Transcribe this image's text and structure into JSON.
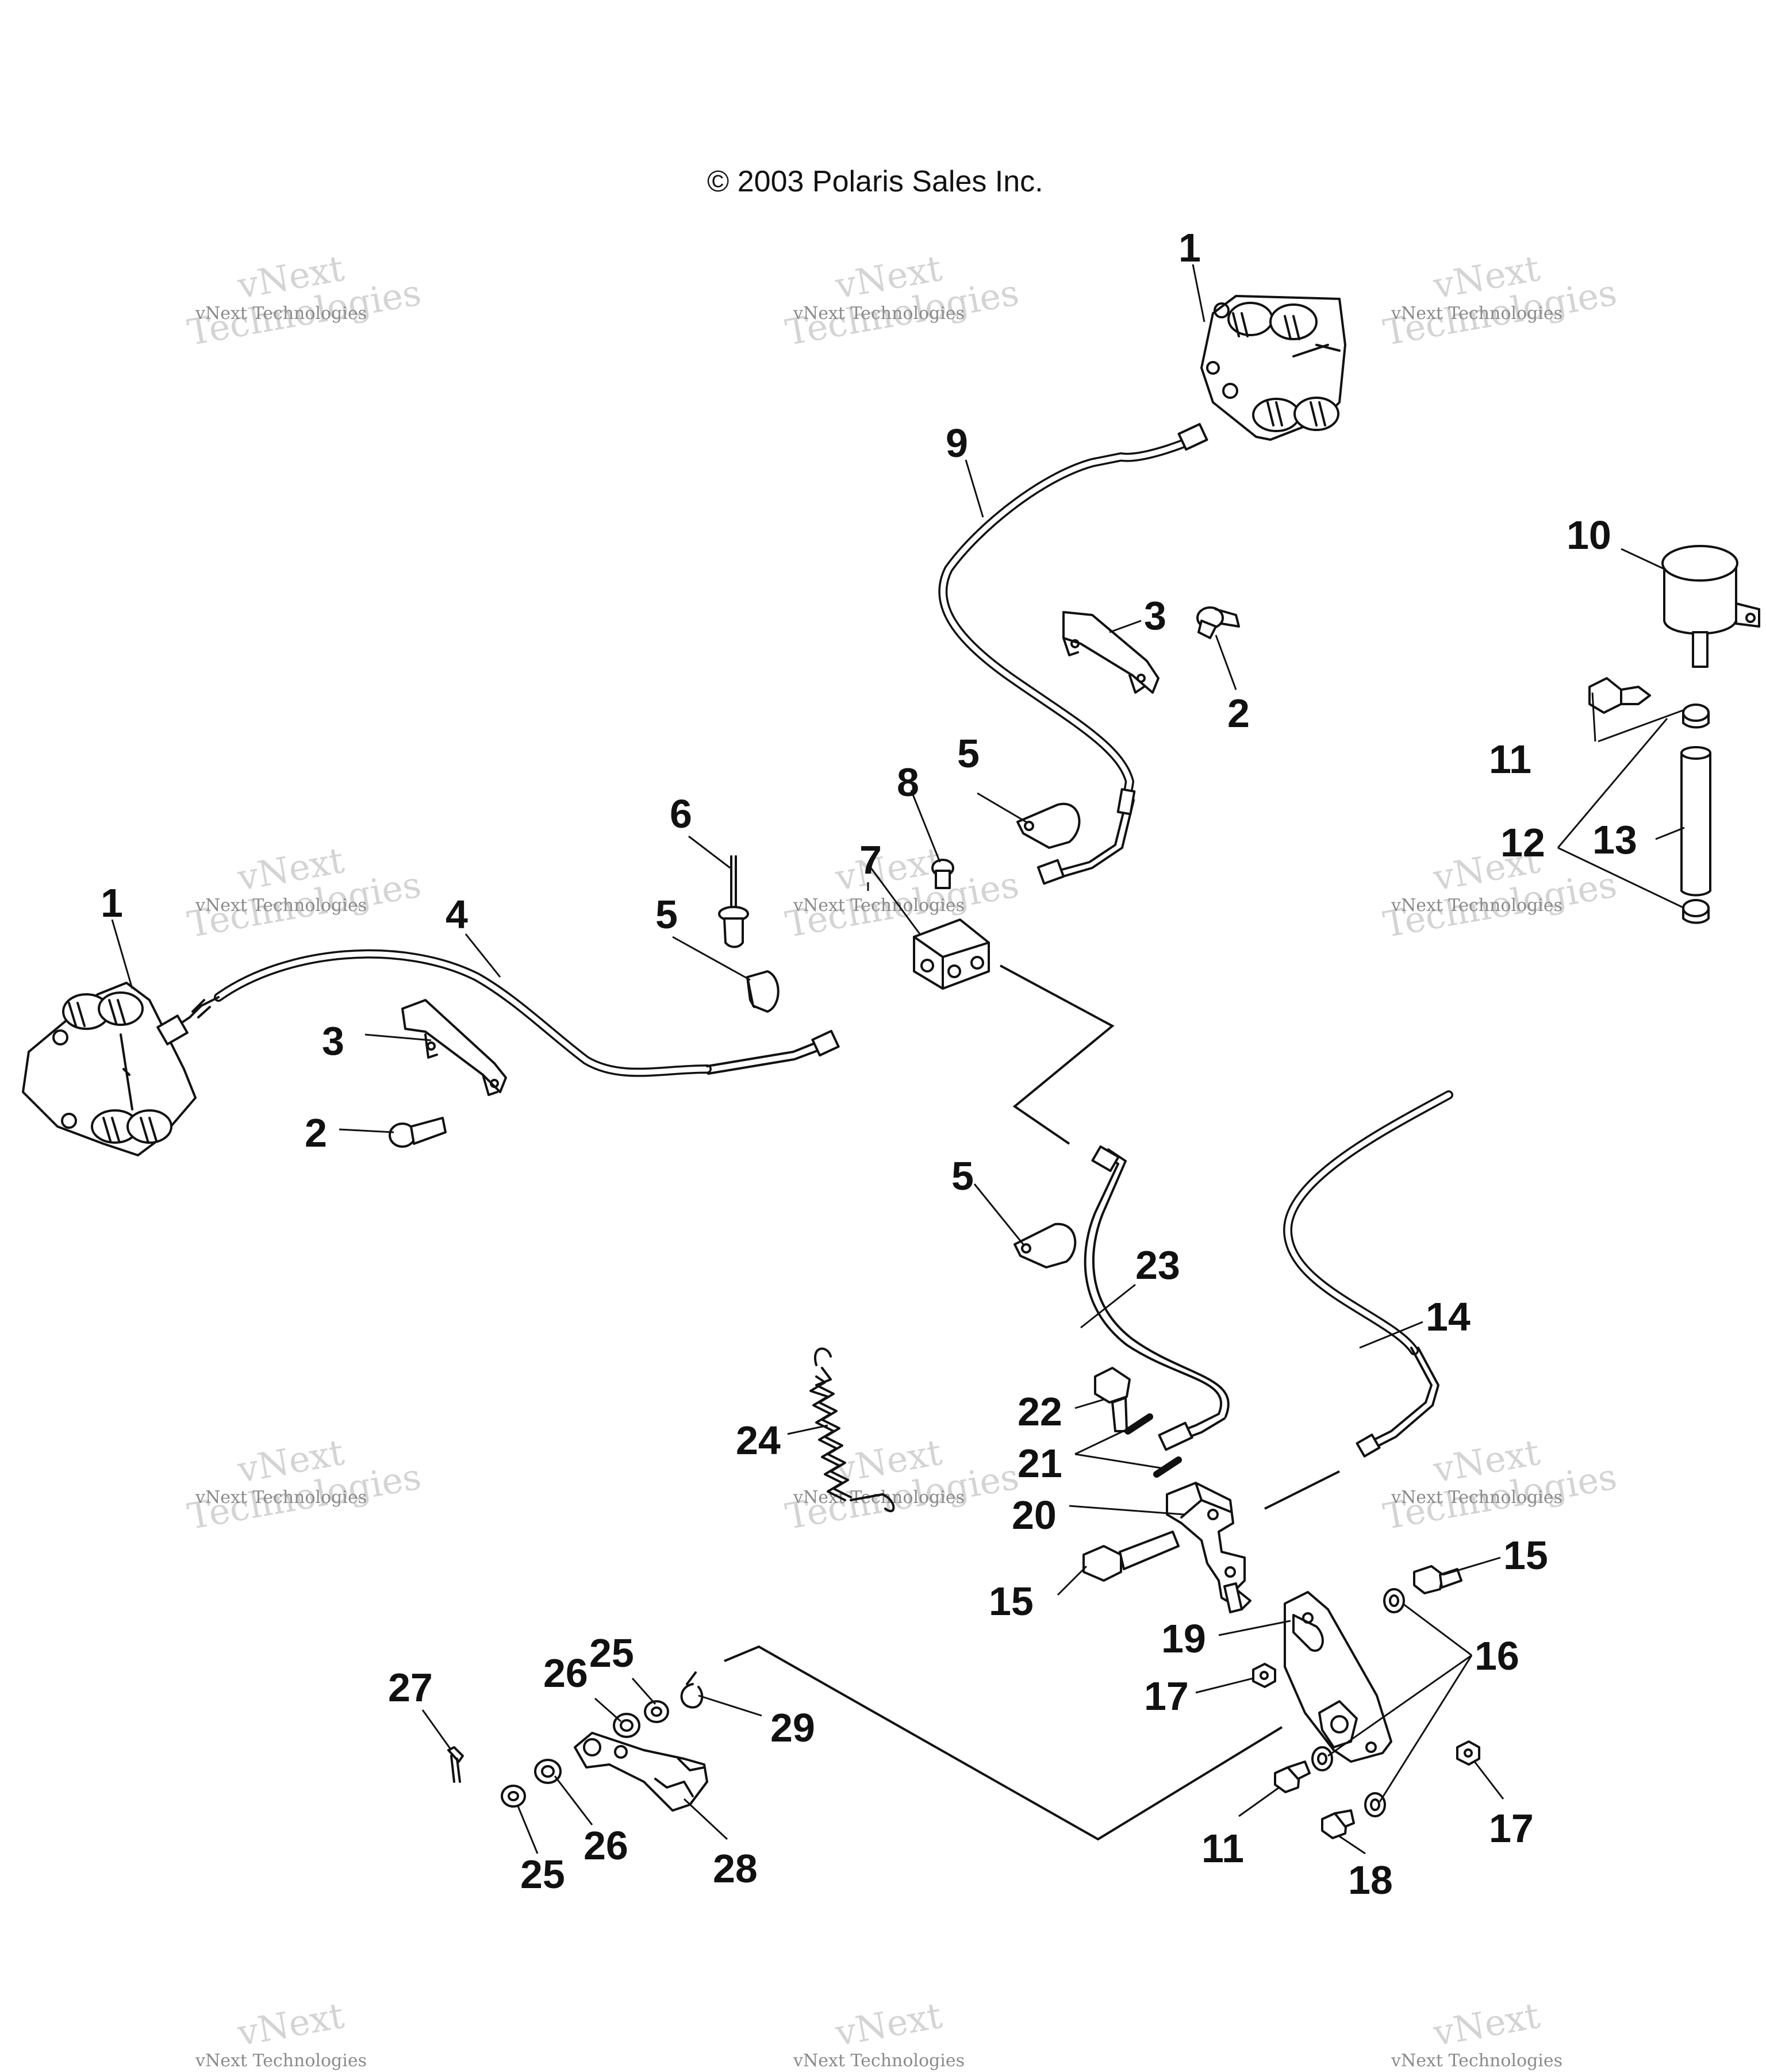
{
  "copyright": "© 2003 Polaris Sales Inc.",
  "watermark": {
    "line1": "vNext",
    "line2": "Technologies",
    "small": "vNext Technologies"
  },
  "callouts": [
    "1",
    "9",
    "10",
    "3",
    "2",
    "11",
    "12",
    "13",
    "5",
    "6",
    "8",
    "7",
    "1",
    "4",
    "5",
    "3",
    "2",
    "5",
    "23",
    "14",
    "24",
    "22",
    "21",
    "20",
    "15",
    "15",
    "19",
    "16",
    "17",
    "27",
    "26",
    "25",
    "29",
    "26",
    "28",
    "25",
    "11",
    "17",
    "18"
  ]
}
